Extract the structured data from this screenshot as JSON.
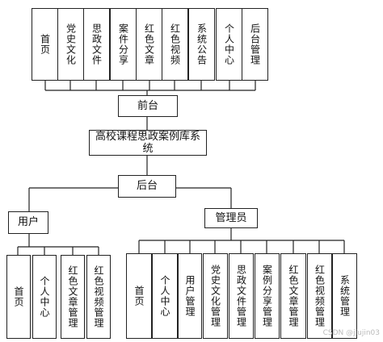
{
  "diagram": {
    "frontend_label": "前台",
    "root_label": "高校课程思政案例库系统",
    "backend_label": "后台",
    "user_label": "用户",
    "admin_label": "管理员",
    "frontend_modules": [
      "首页",
      "党史文化",
      "思政文件",
      "案件分享",
      "红色文章",
      "红色视频",
      "系统公告",
      "个人中心",
      "后台管理"
    ],
    "user_modules": [
      "首页",
      "个人中心",
      "红色文章管理",
      "红色视频管理"
    ],
    "admin_modules": [
      "首页",
      "个人中心",
      "用户管理",
      "党史文化管理",
      "思政文件管理",
      "案例分享管理",
      "红色文章管理",
      "红色视频管理",
      "系统管理"
    ]
  },
  "watermark": "CSDN @jiujin03"
}
